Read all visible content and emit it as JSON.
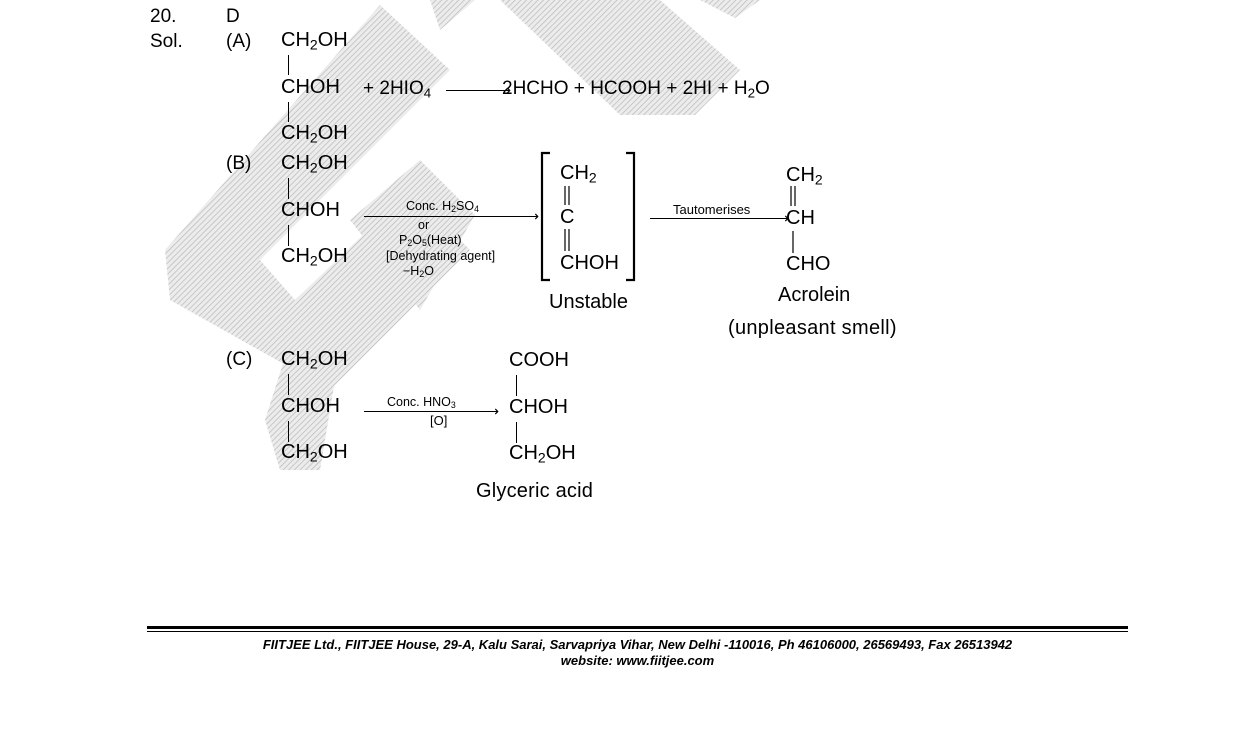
{
  "question": {
    "number": "20.",
    "answer": "D"
  },
  "solution_label": "Sol.",
  "part_a": {
    "label": "(A)",
    "reactant": {
      "c1_main": "CH",
      "c1_sub": "2",
      "c1_tail": "OH",
      "c2": "CHOH",
      "c3_main": "CH",
      "c3_sub": "2",
      "c3_tail": "OH"
    },
    "reagent_main": "+ 2HIO",
    "reagent_sub": "4",
    "products": {
      "p1": "2HCHO",
      "plus1": "+",
      "p2": "HCOOH",
      "plus2": "+",
      "p3": "2HI",
      "plus3": "+",
      "p4_main": "H",
      "p4_sub": "2",
      "p4_tail": "O"
    }
  },
  "part_b": {
    "label": "(B)",
    "reactant": {
      "c1_main": "CH",
      "c1_sub": "2",
      "c1_tail": "OH",
      "c2": "CHOH",
      "c3_main": "CH",
      "c3_sub": "2",
      "c3_tail": "OH"
    },
    "condition_1_main": "Conc. H",
    "condition_1_sub1": "2",
    "condition_1_mid": "SO",
    "condition_1_sub2": "4",
    "condition_or": "or",
    "condition_2_main": "P",
    "condition_2_sub1": "2",
    "condition_2_mid": "O",
    "condition_2_sub2": "5",
    "condition_2_tail": "(Heat)",
    "condition_3": "[Dehydrating agent]",
    "condition_4_main": "−H",
    "condition_4_sub": "2",
    "condition_4_tail": "O",
    "intermediate": {
      "top_main": "CH",
      "top_sub": "2",
      "mid": "C",
      "bottom": "CHOH",
      "label": "Unstable"
    },
    "arrow_label": "Tautomerises",
    "product": {
      "top_main": "CH",
      "top_sub": "2",
      "mid": "CH",
      "bottom": "CHO",
      "name": "Acrolein",
      "note": "(unpleasant smell)"
    }
  },
  "part_c": {
    "label": "(C)",
    "reactant": {
      "c1_main": "CH",
      "c1_sub": "2",
      "c1_tail": "OH",
      "c2": "CHOH",
      "c3_main": "CH",
      "c3_sub": "2",
      "c3_tail": "OH"
    },
    "condition_1_main": "Conc. HNO",
    "condition_1_sub": "3",
    "condition_2": "[O]",
    "product": {
      "top": "COOH",
      "mid": "CHOH",
      "bottom_main": "CH",
      "bottom_sub": "2",
      "bottom_tail": "OH",
      "name": "Glyceric acid"
    }
  },
  "footer": {
    "line1": "FIITJEE Ltd., FIITJEE House, 29-A, Kalu  Sarai, Sarvapriya Vihar, New Delhi -110016, Ph 46106000, 26569493, Fax 26513942",
    "line2": "website: www.fiitjee.com"
  },
  "colors": {
    "watermark": "#c8c8c8",
    "text": "#000000"
  }
}
